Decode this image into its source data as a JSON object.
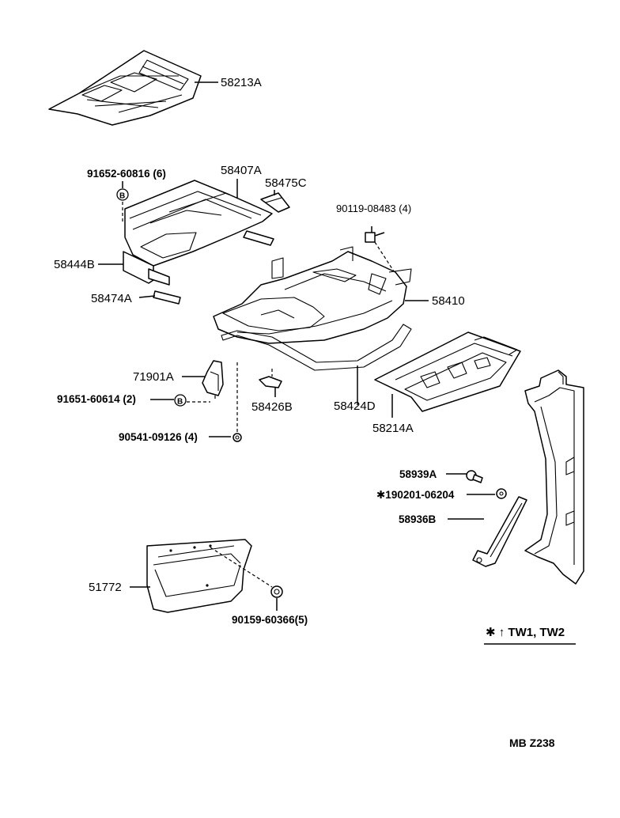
{
  "labels": {
    "p58213A": "58213A",
    "p91652": "91652-60816 (6)",
    "p58407A": "58407A",
    "p58475C": "58475C",
    "p90119": "90119-08483 (4)",
    "p58444B": "58444B",
    "p58474A": "58474A",
    "p58410": "58410",
    "p71901A": "71901A",
    "p91651": "91651-60614 (2)",
    "p58426B": "58426B",
    "p58424D": "58424D",
    "p58214A": "58214A",
    "p90541": "90541-09126 (4)",
    "p58939A": "58939A",
    "p190201": "✱190201-06204",
    "p58936B": "58936B",
    "p51772": "51772",
    "p90159": "90159-60366(5)",
    "b1": "B",
    "b2": "B"
  },
  "note": "✱ ↑ TW1, TW2",
  "code": "MB  Z238"
}
